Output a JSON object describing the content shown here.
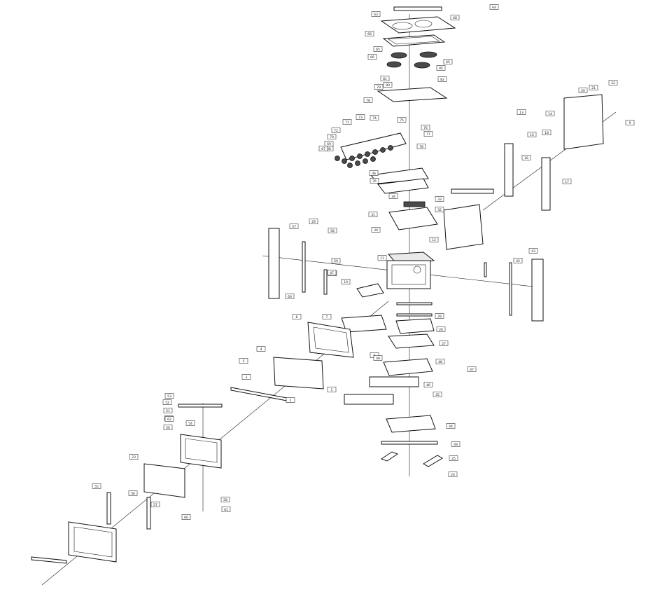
{
  "labels": [
    {
      "text": "63"
    },
    {
      "text": "68"
    },
    {
      "text": "66"
    },
    {
      "text": "65"
    },
    {
      "text": "66"
    },
    {
      "text": "65"
    },
    {
      "text": "85"
    },
    {
      "text": "82"
    },
    {
      "text": "81"
    },
    {
      "text": "80"
    },
    {
      "text": "79"
    },
    {
      "text": "78"
    },
    {
      "text": "73"
    },
    {
      "text": "74"
    },
    {
      "text": "71"
    },
    {
      "text": "72"
    },
    {
      "text": "70"
    },
    {
      "text": "69"
    },
    {
      "text": "68"
    },
    {
      "text": "67"
    },
    {
      "text": "75"
    },
    {
      "text": "76"
    },
    {
      "text": "77"
    },
    {
      "text": "78"
    },
    {
      "text": "22"
    },
    {
      "text": "21"
    },
    {
      "text": "20"
    },
    {
      "text": "9"
    },
    {
      "text": "13"
    },
    {
      "text": "14"
    },
    {
      "text": "18"
    },
    {
      "text": "16"
    },
    {
      "text": "17"
    },
    {
      "text": "15"
    },
    {
      "text": "36"
    },
    {
      "text": "35"
    },
    {
      "text": "34"
    },
    {
      "text": "33"
    },
    {
      "text": "32"
    },
    {
      "text": "31"
    },
    {
      "text": "30"
    },
    {
      "text": "29"
    },
    {
      "text": "12"
    },
    {
      "text": "11"
    },
    {
      "text": "57"
    },
    {
      "text": "58"
    },
    {
      "text": "60"
    },
    {
      "text": "59"
    },
    {
      "text": "47"
    },
    {
      "text": "47"
    },
    {
      "text": "10"
    },
    {
      "text": "42"
    },
    {
      "text": "43"
    },
    {
      "text": "6"
    },
    {
      "text": "7"
    },
    {
      "text": "28"
    },
    {
      "text": "26"
    },
    {
      "text": "27"
    },
    {
      "text": "5"
    },
    {
      "text": "8"
    },
    {
      "text": "49"
    },
    {
      "text": "48"
    },
    {
      "text": "47"
    },
    {
      "text": "4"
    },
    {
      "text": "3"
    },
    {
      "text": "46"
    },
    {
      "text": "2"
    },
    {
      "text": "1"
    },
    {
      "text": "45"
    },
    {
      "text": "44"
    },
    {
      "text": "53"
    },
    {
      "text": "52"
    },
    {
      "text": "51"
    },
    {
      "text": "54"
    },
    {
      "text": "50"
    },
    {
      "text": "49"
    },
    {
      "text": "25"
    },
    {
      "text": "24"
    },
    {
      "text": "23"
    },
    {
      "text": "55"
    },
    {
      "text": "56"
    },
    {
      "text": "57"
    },
    {
      "text": "58"
    },
    {
      "text": "61"
    },
    {
      "text": "60"
    },
    {
      "text": "59"
    },
    {
      "text": "62"
    },
    {
      "text": "64"
    }
  ]
}
